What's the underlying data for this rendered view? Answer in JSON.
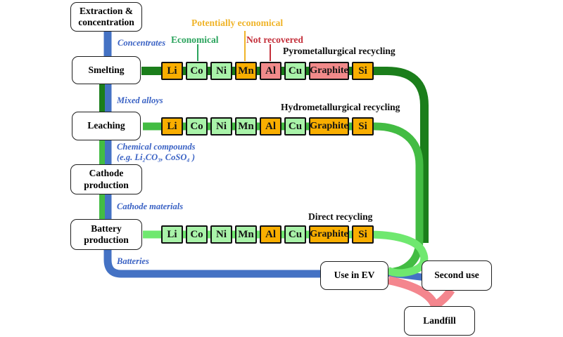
{
  "colors": {
    "flow_blue": "#4472c4",
    "flow_dark_green": "#1b7e1b",
    "flow_medium_green": "#43bc43",
    "flow_light_green": "#6fe86f",
    "flow_pink": "#f4868e",
    "legend_potential": "#f0b429",
    "legend_economical": "#2aa35c",
    "legend_not_recovered": "#c4303b",
    "status": {
      "economical": "#a9f3a9",
      "potentially_economical": "#f9ae00",
      "not_recovered": "#f18a8a"
    }
  },
  "legend": {
    "potentially_economical": "Potentially economical",
    "economical": "Economical",
    "not_recovered": "Not recovered"
  },
  "boxes": {
    "extraction": "Extraction &\nconcentration",
    "smelting": "Smelting",
    "leaching": "Leaching",
    "cathode": "Cathode\nproduction",
    "battery": "Battery\nproduction",
    "use_in_ev": "Use in EV",
    "second_use": "Second use",
    "landfill": "Landfill"
  },
  "flow_labels": [
    {
      "text": "Concentrates"
    },
    {
      "text": "Mixed alloys"
    },
    {
      "text": "Chemical compounds"
    },
    {
      "text": "(e.g. Li₂CO₃, CoSO₄ )"
    },
    {
      "text": "Cathode materials"
    },
    {
      "text": "Batteries"
    }
  ],
  "routes": [
    {
      "id": "pyro",
      "title": "Pyrometallurgical recycling",
      "elements": [
        {
          "symbol": "Li",
          "status": "potentially_economical"
        },
        {
          "symbol": "Co",
          "status": "economical"
        },
        {
          "symbol": "Ni",
          "status": "economical"
        },
        {
          "symbol": "Mn",
          "status": "potentially_economical"
        },
        {
          "symbol": "Al",
          "status": "not_recovered"
        },
        {
          "symbol": "Cu",
          "status": "economical"
        },
        {
          "symbol": "Graphite",
          "status": "not_recovered"
        },
        {
          "symbol": "Si",
          "status": "potentially_economical"
        }
      ]
    },
    {
      "id": "hydro",
      "title": "Hydrometallurgical recycling",
      "elements": [
        {
          "symbol": "Li",
          "status": "potentially_economical"
        },
        {
          "symbol": "Co",
          "status": "economical"
        },
        {
          "symbol": "Ni",
          "status": "economical"
        },
        {
          "symbol": "Mn",
          "status": "economical"
        },
        {
          "symbol": "Al",
          "status": "potentially_economical"
        },
        {
          "symbol": "Cu",
          "status": "economical"
        },
        {
          "symbol": "Graphite",
          "status": "potentially_economical"
        },
        {
          "symbol": "Si",
          "status": "potentially_economical"
        }
      ]
    },
    {
      "id": "direct",
      "title": "Direct recycling",
      "elements": [
        {
          "symbol": "Li",
          "status": "economical"
        },
        {
          "symbol": "Co",
          "status": "economical"
        },
        {
          "symbol": "Ni",
          "status": "economical"
        },
        {
          "symbol": "Mn",
          "status": "economical"
        },
        {
          "symbol": "Al",
          "status": "potentially_economical"
        },
        {
          "symbol": "Cu",
          "status": "economical"
        },
        {
          "symbol": "Graphite",
          "status": "potentially_economical"
        },
        {
          "symbol": "Si",
          "status": "potentially_economical"
        }
      ]
    }
  ]
}
